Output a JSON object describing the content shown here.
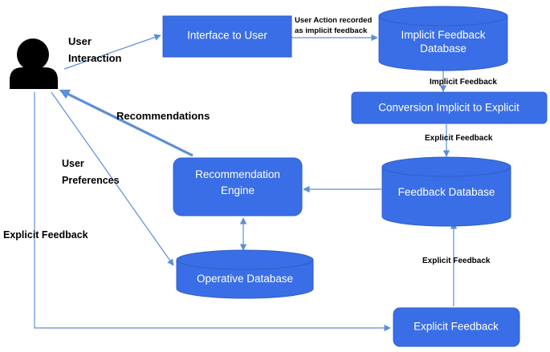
{
  "colors": {
    "node_fill": "#3a6ee6",
    "node_stroke": "#2f5fc4",
    "edge": "#5b8fd6",
    "actor": "#000000",
    "label_text": "#000000",
    "node_text": "#ffffff"
  },
  "actor": {
    "icon": "person-icon"
  },
  "nodes": {
    "interface": "Interface to User",
    "implicit_db_line1": "Implicit Feedback",
    "implicit_db_line2": "Database",
    "conversion": "Conversion Implicit to Explicit",
    "feedback_db": "Feedback Database",
    "engine_line1": "Recommendation",
    "engine_line2": "Engine",
    "operative_db": "Operative Database",
    "explicit_box": "Explicit Feedback"
  },
  "edge_labels": {
    "user_interaction_1": "User",
    "user_interaction_2": "Interaction",
    "action_recorded_1": "User Action recorded",
    "action_recorded_2": "as implicit feedback",
    "implicit_feedback": "Implicit Feedback",
    "explicit_feedback_conv": "Explicit Feedback",
    "recommendations": "Recommendations",
    "user_preferences_1": "User",
    "user_preferences_2": "Preferences",
    "explicit_feedback_user": "Explicit Feedback",
    "explicit_feedback_box": "Explicit Feedback"
  }
}
